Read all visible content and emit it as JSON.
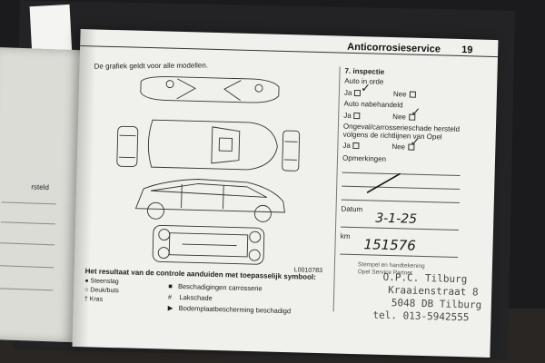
{
  "header": {
    "title": "Anticorrosieservice",
    "page_number": "19"
  },
  "left_page": {
    "fragment": "rsteld"
  },
  "diagram": {
    "note": "De grafiek geldt voor alle modellen.",
    "code": "L0010783"
  },
  "legend": {
    "title": "Het resultaat van de controle aanduiden met toepasselijk symbool:",
    "small_items": [
      "Steenslag",
      "Deuk/buts",
      "Kras"
    ],
    "items": [
      {
        "symbol": "■",
        "label": "Beschadigingen carrosserie"
      },
      {
        "symbol": "#",
        "label": "Lakschade"
      },
      {
        "symbol": "▶",
        "label": "Bodemplaatbescherming beschadigd"
      }
    ]
  },
  "inspection": {
    "heading": "7. inspectie",
    "q1": "Auto in orde",
    "q2": "Auto nabehandeld",
    "q3_line1": "Ongeval/carrosserieschade hersteld",
    "q3_line2": "volgens de richtlijnen van Opel",
    "yes": "Ja",
    "no": "Nee",
    "remarks": "Opmerkingen",
    "date_label": "Datum",
    "km_label": "km",
    "stamp_label_1": "Stempel en handtekening",
    "stamp_label_2": "Opel Service Partner"
  },
  "handwriting": {
    "date": "3-1-25",
    "km": "151576",
    "check1": "✓",
    "check2": "✓",
    "check3": "✓"
  },
  "stamp": {
    "line1": "O.P.C. Tilburg",
    "line2": "Kraaienstraat 8",
    "line3": "5048 DB Tilburg",
    "line4": "tel. 013-5942555"
  }
}
